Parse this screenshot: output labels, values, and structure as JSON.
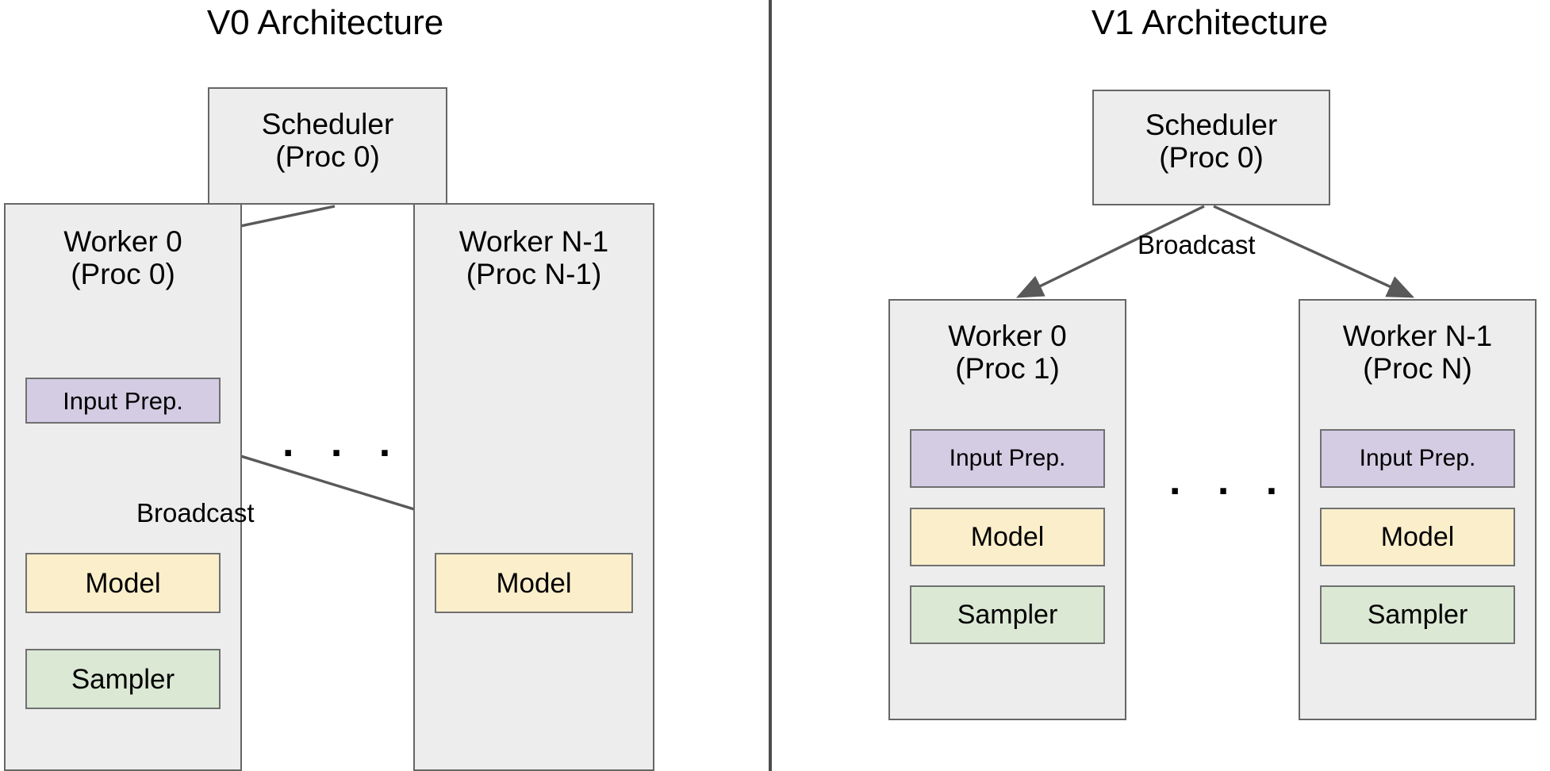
{
  "panels": [
    {
      "id": "v0",
      "title": "V0 Architecture",
      "scheduler": {
        "label": "Scheduler\n(Proc 0)"
      },
      "workers": [
        {
          "label": "Worker 0\n(Proc 0)",
          "components": [
            {
              "name": "Input Prep.",
              "color": "#d3cce3"
            },
            {
              "name": "Model",
              "color": "#fbeecb"
            },
            {
              "name": "Sampler",
              "color": "#dbe8d4"
            }
          ]
        },
        {
          "label": "Worker N-1\n(Proc N-1)",
          "components": [
            {
              "name": "Model",
              "color": "#fbeecb"
            }
          ]
        }
      ],
      "edge_labels": [
        "Broadcast"
      ],
      "ellipsis": ". . ."
    },
    {
      "id": "v1",
      "title": "V1 Architecture",
      "scheduler": {
        "label": "Scheduler\n(Proc 0)"
      },
      "workers": [
        {
          "label": "Worker 0\n(Proc 1)",
          "components": [
            {
              "name": "Input Prep.",
              "color": "#d3cce3"
            },
            {
              "name": "Model",
              "color": "#fbeecb"
            },
            {
              "name": "Sampler",
              "color": "#dbe8d4"
            }
          ]
        },
        {
          "label": "Worker N-1\n(Proc N)",
          "components": [
            {
              "name": "Input Prep.",
              "color": "#d3cce3"
            },
            {
              "name": "Model",
              "color": "#fbeecb"
            },
            {
              "name": "Sampler",
              "color": "#dbe8d4"
            }
          ]
        }
      ],
      "edge_labels": [
        "Broadcast"
      ],
      "ellipsis": ". . ."
    }
  ],
  "colors": {
    "container_fill": "#ededed",
    "container_stroke": "#666666",
    "input_prep": "#d3cce3",
    "model": "#fbeecb",
    "sampler": "#dbe8d4",
    "arrow": "#595959",
    "divider": "#4d4d4d",
    "text": "#000000"
  }
}
